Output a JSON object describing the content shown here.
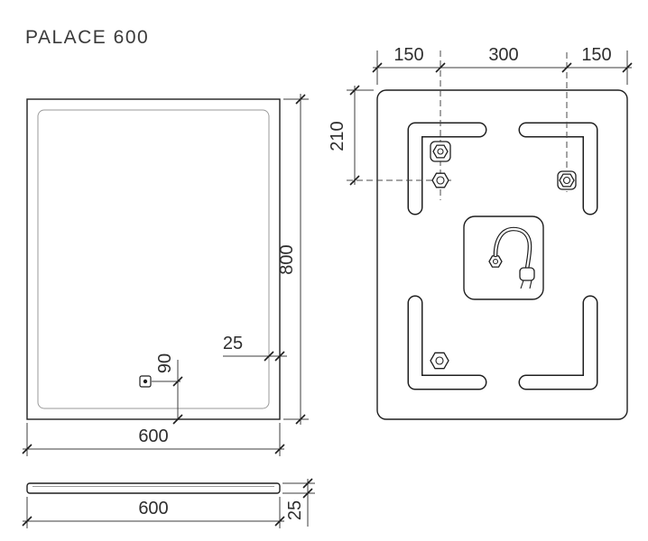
{
  "title": "PALACE 600",
  "front": {
    "height": "800",
    "width": "600",
    "led_inset": "25",
    "sensor_offset": "90"
  },
  "side": {
    "width": "600",
    "thickness": "25"
  },
  "back": {
    "left_hole": "150",
    "center_span": "300",
    "right_hole": "150",
    "top_offset": "210"
  }
}
